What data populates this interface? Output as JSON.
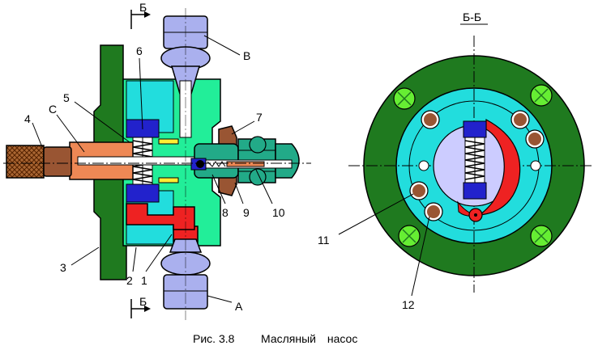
{
  "caption": {
    "figure": "Рис. 3.8",
    "title": "Масляный насос"
  },
  "section_mark": "Б",
  "section_title": "Б-Б",
  "labels": {
    "n1": "1",
    "n2": "2",
    "n3": "3",
    "n4": "4",
    "n5": "5",
    "n6": "6",
    "n7": "7",
    "n8": "8",
    "n9": "9",
    "n10": "10",
    "n11": "11",
    "n12": "12",
    "A": "А",
    "B": "В",
    "C": "С"
  },
  "colors": {
    "flange": "#1f7a1f",
    "body": "#22ee99",
    "cyan": "#22dddd",
    "blue": "#2222cc",
    "red": "#ee2222",
    "orange": "#ee8855",
    "brown": "#995533",
    "teal": "#22aa88",
    "fitting": "#aab0ee",
    "lightgreen": "#66ee33"
  }
}
